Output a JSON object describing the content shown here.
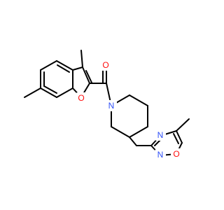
{
  "molecule": {
    "atoms": {
      "o_carbonyl": {
        "symbol": "O",
        "color": "#ff0d0d"
      },
      "o_furan": {
        "symbol": "O",
        "color": "#ff0d0d"
      },
      "n_piperidine": {
        "symbol": "N",
        "color": "#3050f8"
      },
      "n_oxadiazole_3": {
        "symbol": "N",
        "color": "#3050f8"
      },
      "n_oxadiazole_2": {
        "symbol": "N",
        "color": "#3050f8"
      },
      "o_oxadiazole": {
        "symbol": "O",
        "color": "#ff0d0d"
      }
    },
    "bond_color": "#000000"
  }
}
